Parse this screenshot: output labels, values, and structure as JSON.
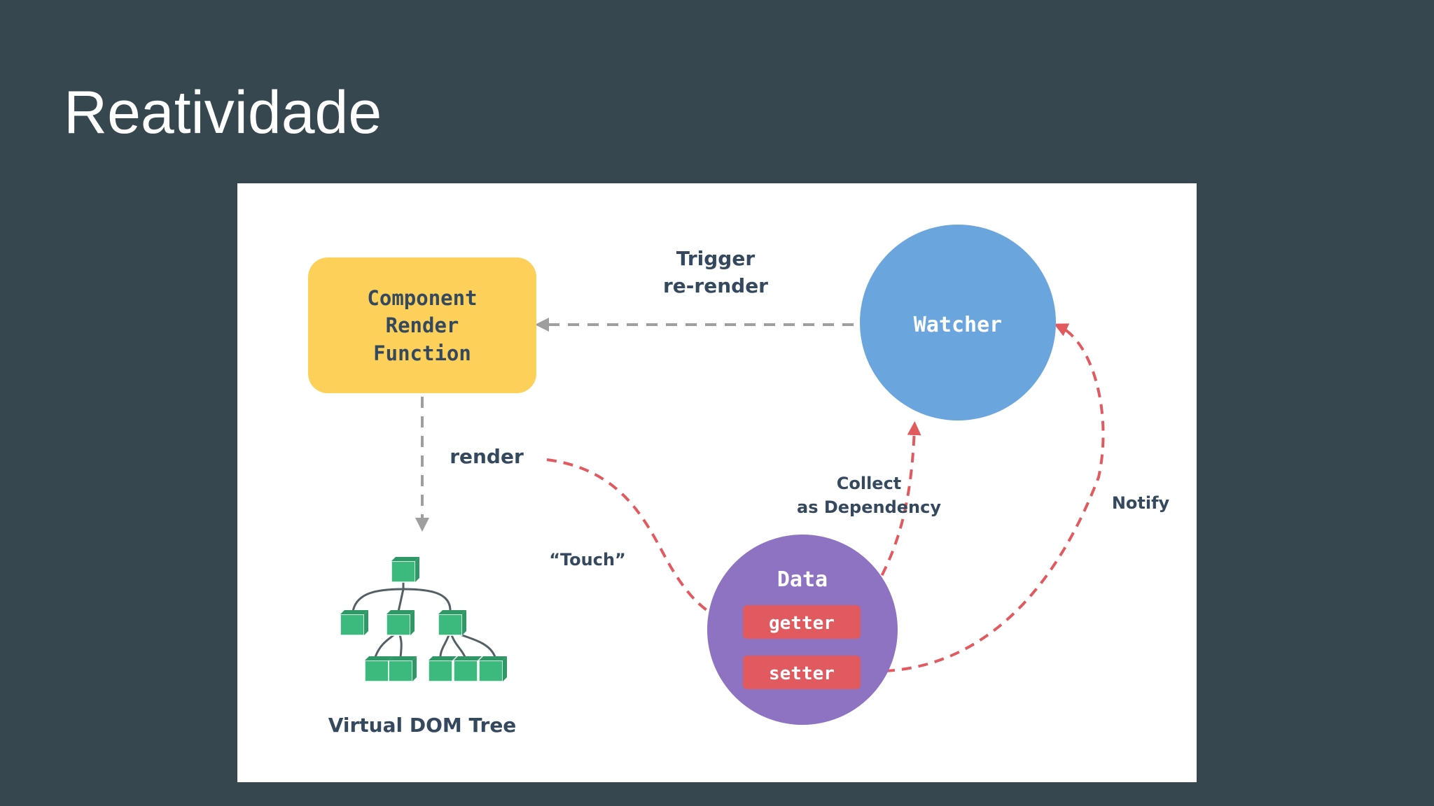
{
  "slide": {
    "title": "Reatividade"
  },
  "diagram": {
    "component_box": {
      "lines": [
        "Component",
        "Render",
        "Function"
      ]
    },
    "watcher": {
      "label": "Watcher"
    },
    "data_node": {
      "label": "Data",
      "getter": "getter",
      "setter": "setter"
    },
    "vdom": {
      "label": "Virtual DOM Tree"
    },
    "edges": {
      "trigger": [
        "Trigger",
        "re-render"
      ],
      "render": "render",
      "touch": "“Touch”",
      "collect": [
        "Collect",
        "as Dependency"
      ],
      "notify": "Notify"
    }
  },
  "colors": {
    "background": "#37474f",
    "component_fill": "#fdd05a",
    "watcher_fill": "#6aa6dd",
    "data_fill": "#8e73c2",
    "pill_fill": "#e05a5f",
    "cube_fill": "#3cba7e",
    "red_arrow": "#e05a5f",
    "gray_arrow": "#9e9e9e",
    "label_text": "#35495e"
  }
}
